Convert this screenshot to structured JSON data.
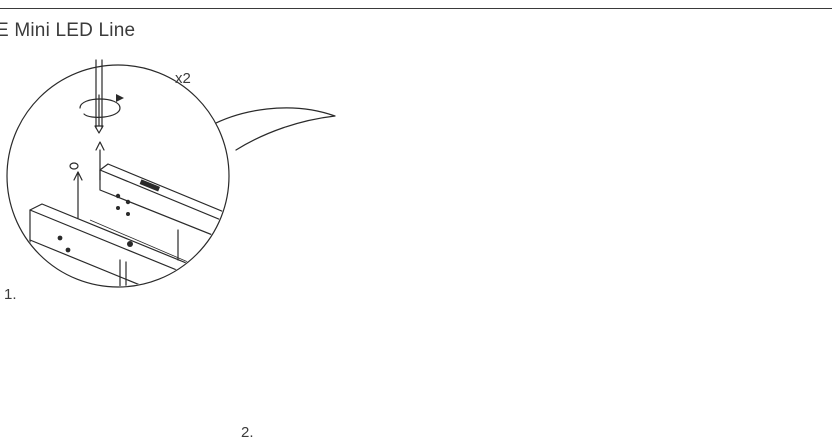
{
  "document": {
    "title": "E Mini LED Line"
  },
  "steps": [
    {
      "label": "1."
    },
    {
      "label": "2."
    }
  ],
  "annotations": {
    "repeat": "x2"
  },
  "icons": {
    "rotate_arrow": "rotate-arrow-icon",
    "up_arrow": "up-arrow-icon",
    "curved_arrow": "curved-arrow-icon"
  }
}
